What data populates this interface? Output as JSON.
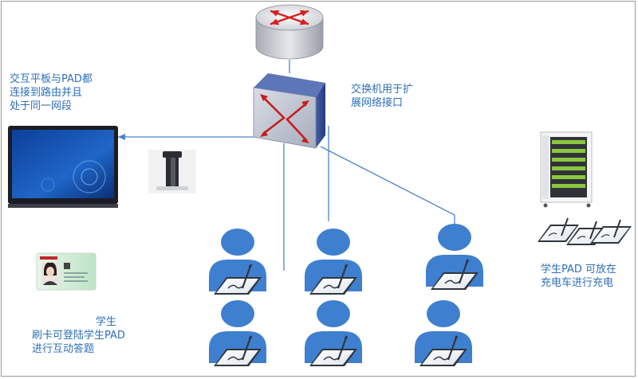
{
  "captions": {
    "tablet_router": [
      "交互平板与PAD都",
      "连接到路由并且",
      "处于同一网段"
    ],
    "switch": [
      "交换机用于扩",
      "展网络接口"
    ],
    "charging": [
      "学生PAD 可放在",
      "充电车进行充电"
    ],
    "card": [
      "学生",
      "刷卡可登陆学生PAD",
      "进行互动答题"
    ]
  },
  "colors": {
    "caption_text": "#2e6fb7",
    "line": "#4a86c8",
    "person": "#3f7fd0",
    "router_arrow": "#d81e1e",
    "switch_body": "#34509a"
  },
  "icons": [
    "router-icon",
    "switch-icon",
    "interactive-panel-icon",
    "document-camera-icon",
    "charging-cart-icon",
    "student-card-icon",
    "student-with-pad-icon"
  ]
}
